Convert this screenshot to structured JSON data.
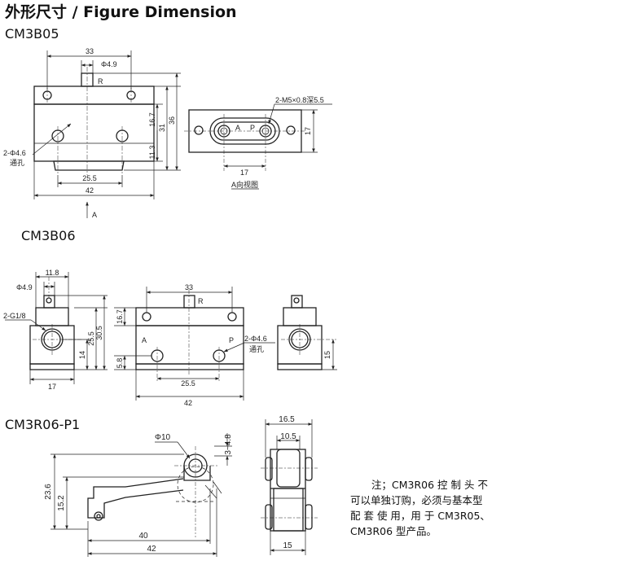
{
  "title": "外形尺寸 / Figure Dimension",
  "models": {
    "m1": "CM3B05",
    "m2": "CM3B06",
    "m3": "CM3R06-P1"
  },
  "drawing1": {
    "dims": {
      "w33": "33",
      "phi49": "Φ4.9",
      "port_r": "R",
      "h167": "16.7",
      "h31": "31",
      "h36": "36",
      "h113": "11.3",
      "hole_phi": "2-Φ4.6",
      "hole_through": "通孔",
      "w255": "25.5",
      "w42": "42",
      "view_arrow": "A"
    },
    "aview": {
      "thread": "2-M5×0.8深5.5",
      "port_a": "A",
      "port_p": "P",
      "w17": "17",
      "h17": "17",
      "caption": "A向视图"
    }
  },
  "drawing2": {
    "side": {
      "w118": "11.8",
      "phi49": "Φ4.9",
      "g18": "2-G1/8",
      "h255": "25.5",
      "h305": "30.5",
      "h14": "14",
      "w17": "17"
    },
    "front": {
      "w33": "33",
      "port_r": "R",
      "port_a": "A",
      "port_p": "P",
      "h167": "16.7",
      "h58": "5.8",
      "hole_phi": "2-Φ4.6",
      "hole_through": "通孔",
      "w255": "25.5",
      "w42": "42"
    },
    "right": {
      "h15": "15"
    }
  },
  "drawing3": {
    "lever": {
      "phi10": "Φ10",
      "stroke": "3~4.8",
      "h236": "23.6",
      "h152": "15.2",
      "w40": "40",
      "w42": "42"
    },
    "roller": {
      "w165": "16.5",
      "w105": "10.5",
      "w15": "15"
    }
  },
  "note": {
    "line1": "注；CM3R06 控 制 头 不",
    "line2": "可以单独订购，必须与基本型",
    "line3": "配 套 使 用，用 于 CM3R05、",
    "line4": "CM3R06 型产品。"
  }
}
